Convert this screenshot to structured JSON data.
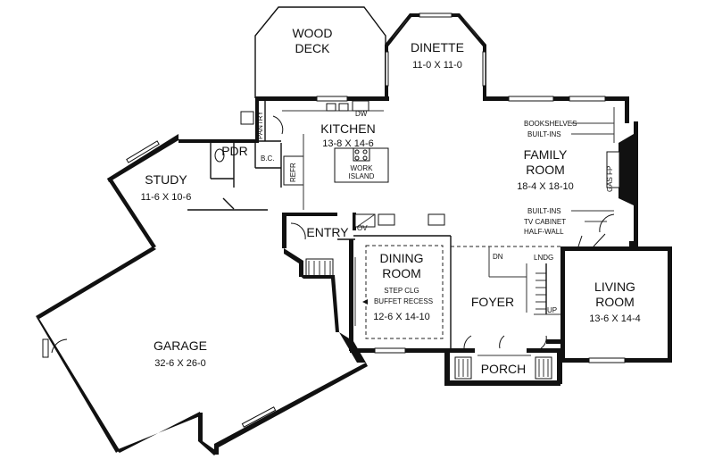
{
  "rooms": {
    "wood_deck": {
      "line1": "WOOD",
      "line2": "DECK"
    },
    "dinette": {
      "name": "DINETTE",
      "dims": "11-0 X 11-0"
    },
    "kitchen": {
      "name": "KITCHEN",
      "dims": "13-8 X 14-6"
    },
    "family_room": {
      "line1": "FAMILY",
      "line2": "ROOM",
      "dims": "18-4 X 18-10"
    },
    "study": {
      "name": "STUDY",
      "dims": "11-6 X 10-6"
    },
    "pdr": {
      "name": "PDR"
    },
    "entry": {
      "name": "ENTRY"
    },
    "dining_room": {
      "line1": "DINING",
      "line2": "ROOM",
      "dims": "12-6 X 14-10"
    },
    "foyer": {
      "name": "FOYER"
    },
    "living_room": {
      "line1": "LIVING",
      "line2": "ROOM",
      "dims": "13-6 X 14-4"
    },
    "garage": {
      "name": "GARAGE",
      "dims": "32-6 X 26-0"
    },
    "porch": {
      "name": "PORCH"
    }
  },
  "labels": {
    "pantry": "PANTRY",
    "dw": "DW",
    "bc": "B.C.",
    "refr": "REFR",
    "work_island_1": "WORK",
    "work_island_2": "ISLAND",
    "bookshelves": "BOOKSHELVES",
    "built_ins_top": "BUILT-INS",
    "gas_fp": "GAS FP",
    "built_ins_bottom": "BUILT-INS",
    "tv_cabinet": "TV CABINET",
    "half_wall": "HALF-WALL",
    "ov": "OV",
    "step_clg": "STEP CLG",
    "buffet_recess": "BUFFET RECESS",
    "dn": "DN",
    "lndg": "LNDG",
    "up": "UP"
  }
}
